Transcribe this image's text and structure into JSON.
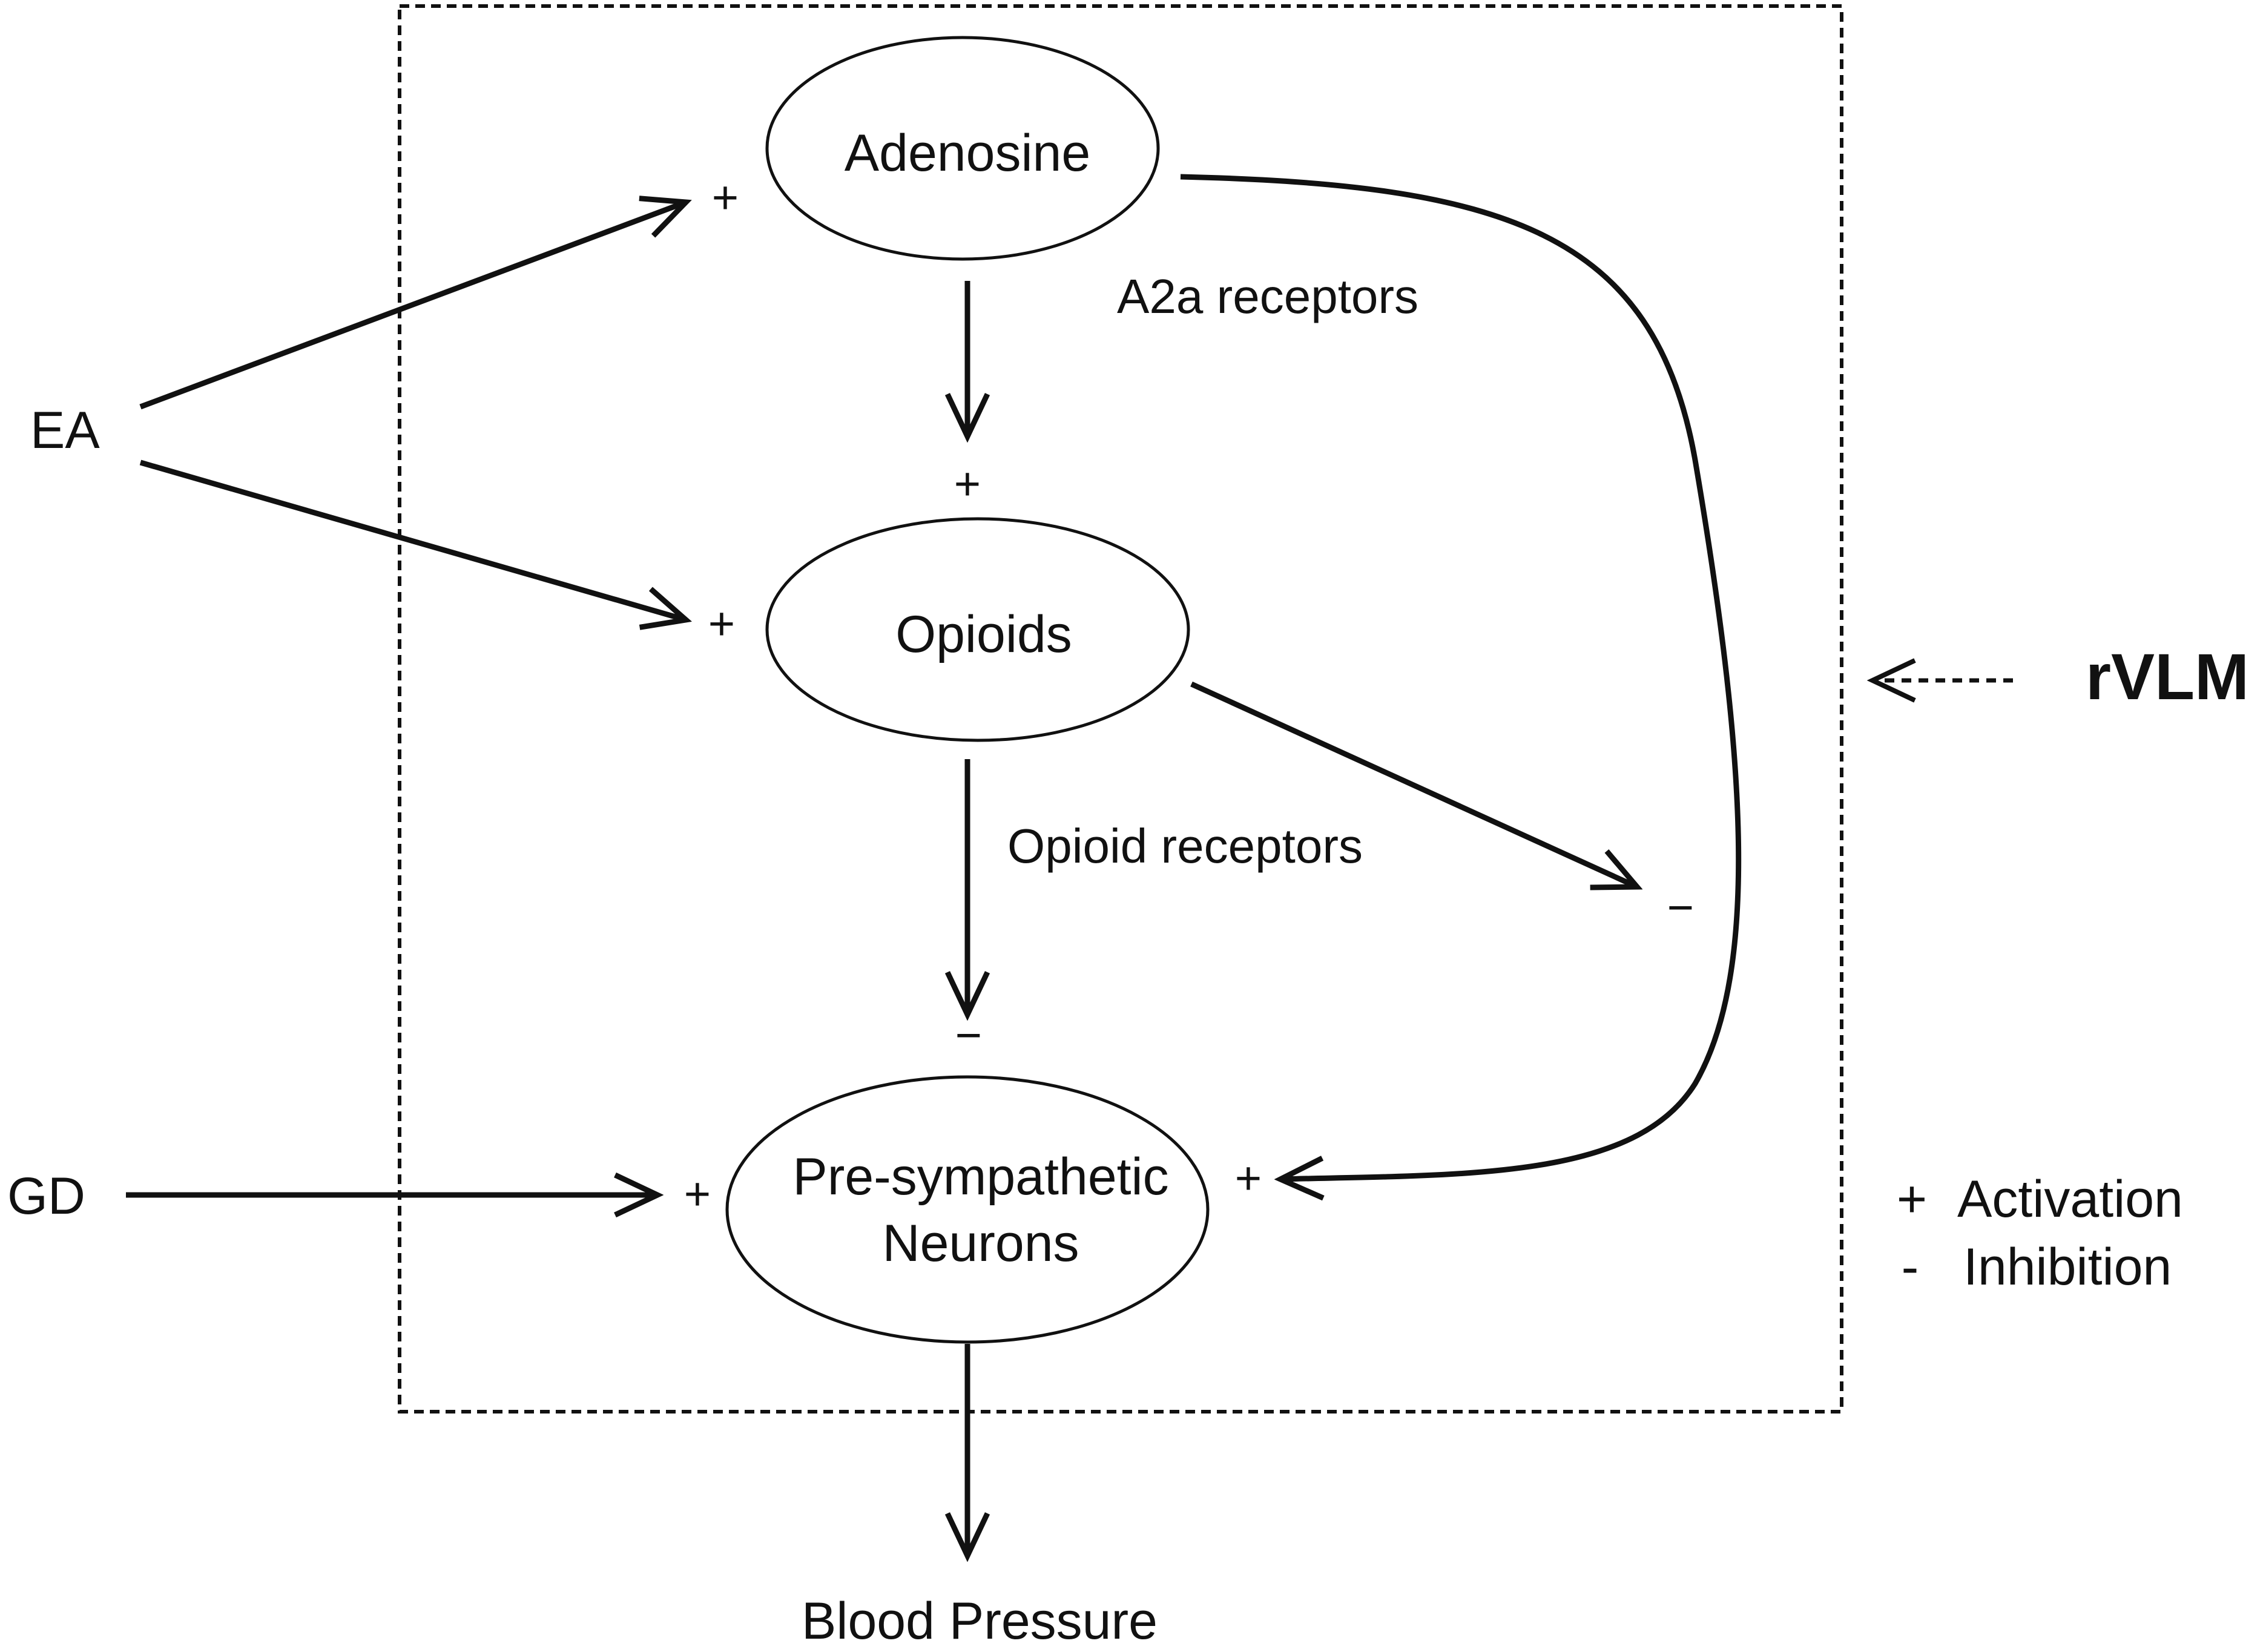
{
  "nodes": {
    "adenosine": "Adenosine",
    "opioids": "Opioids",
    "neurons_line1": "Pre-sympathetic",
    "neurons_line2": "Neurons",
    "ea": "EA",
    "gd": "GD",
    "blood_pressure": "Blood Pressure",
    "region": "rVLM"
  },
  "edge_labels": {
    "a2a": "A2a receptors",
    "opioid_receptors": "Opioid receptors"
  },
  "signs": {
    "ea_adenosine": "+",
    "adenosine_opioids": "+",
    "ea_opioids": "+",
    "opioids_neurons": "−",
    "opioids_curve": "−",
    "gd_neurons": "+",
    "curve_neurons": "+"
  },
  "legend": {
    "activation_symbol": "+",
    "activation_label": "Activation",
    "inhibition_symbol": "-",
    "inhibition_label": "Inhibition"
  }
}
